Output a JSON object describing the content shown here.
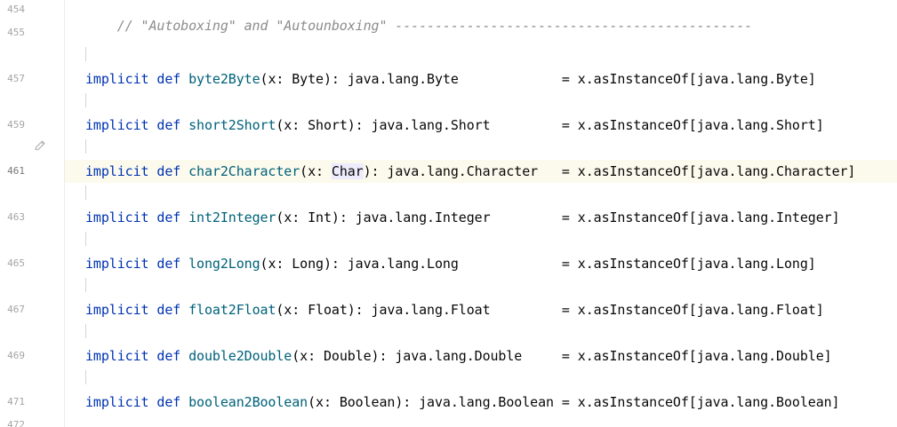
{
  "editor": {
    "gutter": {
      "line_numbers": [
        "454",
        "455",
        "457",
        "459",
        "461",
        "463",
        "465",
        "467",
        "469",
        "471",
        "472"
      ]
    },
    "comment": "// \"Autoboxing\" and \"Autounboxing\" ---------------------------------------------",
    "keywords": {
      "implicit": "implicit",
      "def": "def",
      "eq": "="
    },
    "lines": [
      {
        "fn": "byte2Byte",
        "params": "(x: Byte): java.lang.Byte",
        "pad": "             ",
        "rhs": "x.asInstanceOf[java.lang.Byte]"
      },
      {
        "fn": "short2Short",
        "params": "(x: Short): java.lang.Short",
        "pad": "         ",
        "rhs": "x.asInstanceOf[java.lang.Short]"
      },
      {
        "fn": "char2Character",
        "params_pre": "(x: ",
        "params_hl": "Char",
        "params_post": "): java.lang.Character",
        "pad": "   ",
        "rhs": "x.asInstanceOf[java.lang.Character]"
      },
      {
        "fn": "int2Integer",
        "params": "(x: Int): java.lang.Integer",
        "pad": "         ",
        "rhs": "x.asInstanceOf[java.lang.Integer]"
      },
      {
        "fn": "long2Long",
        "params": "(x: Long): java.lang.Long",
        "pad": "             ",
        "rhs": "x.asInstanceOf[java.lang.Long]"
      },
      {
        "fn": "float2Float",
        "params": "(x: Float): java.lang.Float",
        "pad": "         ",
        "rhs": "x.asInstanceOf[java.lang.Float]"
      },
      {
        "fn": "double2Double",
        "params": "(x: Double): java.lang.Double",
        "pad": "     ",
        "rhs": "x.asInstanceOf[java.lang.Double]"
      },
      {
        "fn": "boolean2Boolean",
        "params": "(x: Boolean): java.lang.Boolean",
        "pad": " ",
        "rhs": "x.asInstanceOf[java.lang.Boolean]"
      }
    ],
    "colors": {
      "keyword": "#0033b3",
      "function": "#00627a",
      "comment": "#8c8c8c",
      "caret_line": "#fcfaed",
      "identifier_highlight": "#edebfc"
    }
  }
}
